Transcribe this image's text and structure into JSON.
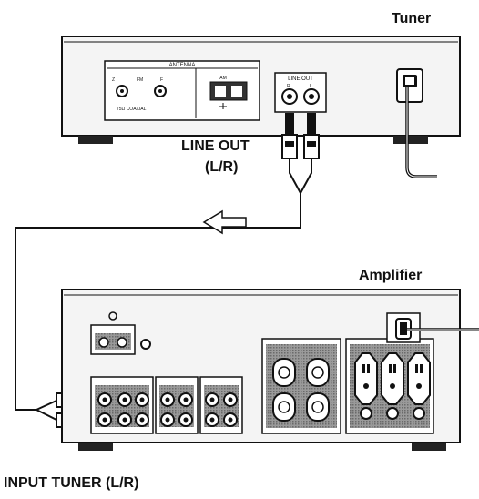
{
  "labels": {
    "tuner": "Tuner",
    "amplifier": "Amplifier",
    "line_out": "LINE OUT",
    "line_out_lr": "(L/R)",
    "input_tuner": "INPUT TUNER (L/R)"
  },
  "panel_text": {
    "antenna": "ANTENNA",
    "am": "AM",
    "line_out_small": "LINE OUT",
    "fm_left": "Z",
    "fm_mid": "FM",
    "fm_right": "F",
    "fm_ohm": "75Ω COAXIAL",
    "r": "R",
    "l": "L"
  },
  "colors": {
    "line": "#111111",
    "device_fill": "#f2f2f2",
    "shade": "#2a2a2a"
  }
}
